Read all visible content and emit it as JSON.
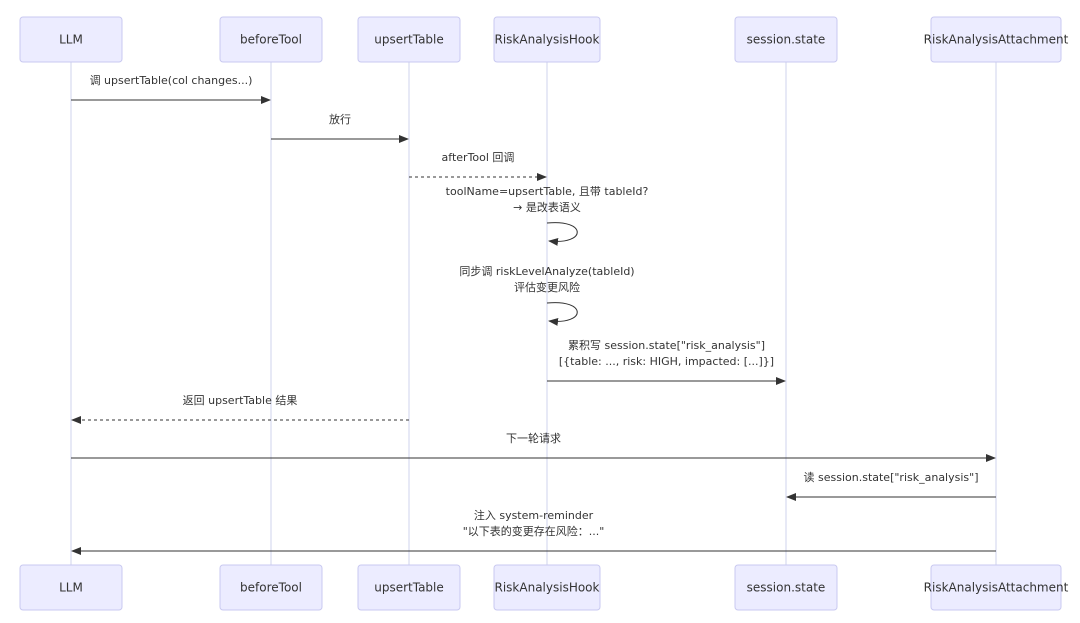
{
  "actors": [
    {
      "id": "llm",
      "label": "LLM"
    },
    {
      "id": "beforeTool",
      "label": "beforeTool"
    },
    {
      "id": "upsertTable",
      "label": "upsertTable"
    },
    {
      "id": "hook",
      "label": "RiskAnalysisHook"
    },
    {
      "id": "state",
      "label": "session.state"
    },
    {
      "id": "attach",
      "label": "RiskAnalysisAttachment"
    }
  ],
  "messages": [
    {
      "from": "llm",
      "to": "beforeTool",
      "style": "solid",
      "lines": [
        "调 upsertTable(col changes...)"
      ]
    },
    {
      "from": "beforeTool",
      "to": "upsertTable",
      "style": "solid",
      "lines": [
        "放行"
      ]
    },
    {
      "from": "upsertTable",
      "to": "hook",
      "style": "dotted",
      "lines": [
        "afterTool 回调"
      ]
    },
    {
      "from": "hook",
      "to": "hook",
      "style": "self",
      "lines": [
        "toolName=upsertTable, 且带 tableId?",
        "→ 是改表语义"
      ]
    },
    {
      "from": "hook",
      "to": "hook",
      "style": "self",
      "lines": [
        "同步调 riskLevelAnalyze(tableId)",
        "评估变更风险"
      ]
    },
    {
      "from": "hook",
      "to": "state",
      "style": "solid",
      "lines": [
        "累积写 session.state[\"risk_analysis\"]",
        "[{table: ..., risk: HIGH, impacted: [...]}]"
      ]
    },
    {
      "from": "upsertTable",
      "to": "llm",
      "style": "dotted",
      "lines": [
        "返回 upsertTable 结果"
      ]
    },
    {
      "from": "llm",
      "to": "attach",
      "style": "solid",
      "lines": [
        "下一轮请求"
      ]
    },
    {
      "from": "attach",
      "to": "state",
      "style": "solid",
      "lines": [
        "读 session.state[\"risk_analysis\"]"
      ]
    },
    {
      "from": "attach",
      "to": "llm",
      "style": "solid",
      "lines": [
        "注入 system-reminder",
        "\"以下表的变更存在风险：...\""
      ]
    }
  ]
}
